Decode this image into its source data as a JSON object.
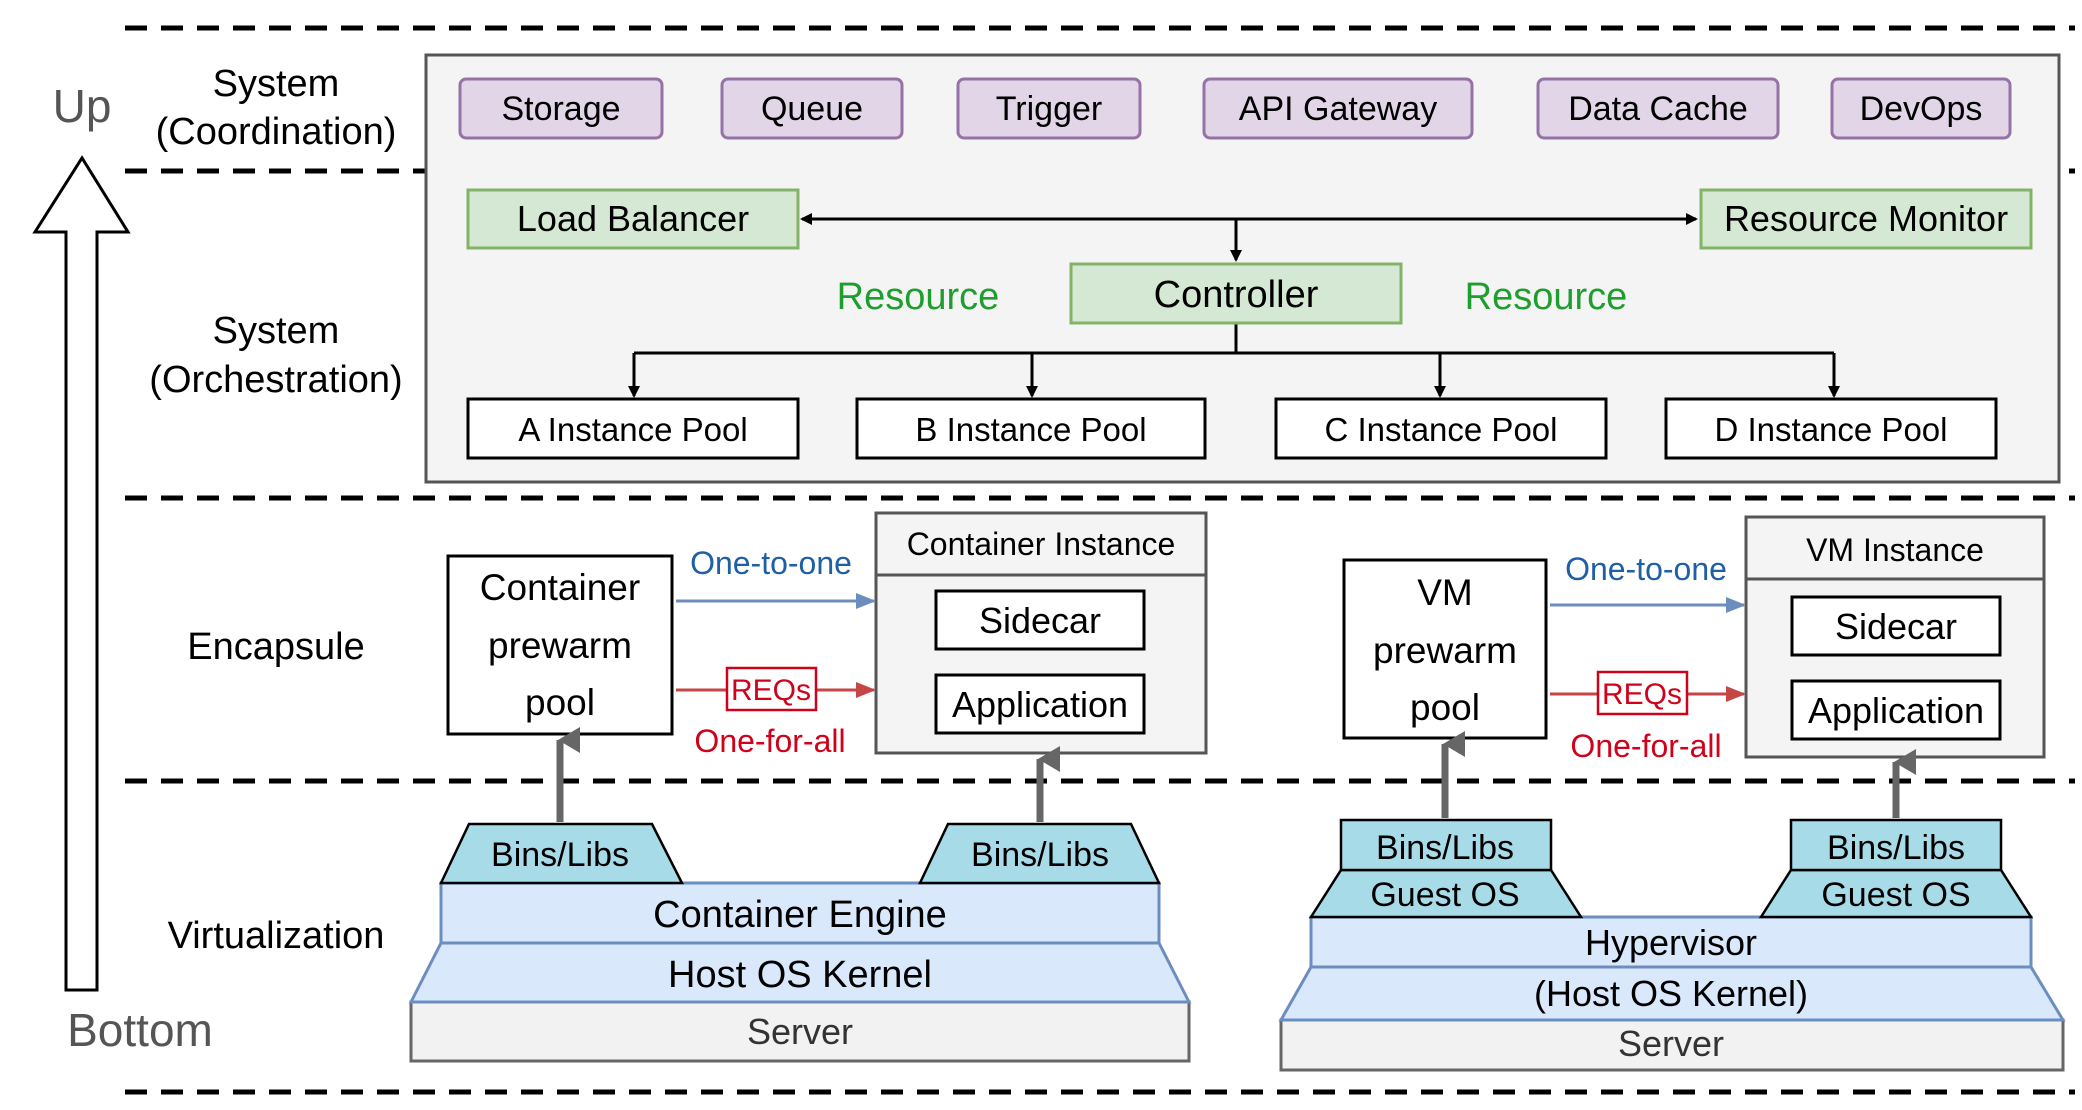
{
  "axis": {
    "top": "Up",
    "bottom": "Bottom"
  },
  "layers": {
    "coordination": [
      "System",
      "(Coordination)"
    ],
    "orchestration": [
      "System",
      "(Orchestration)"
    ],
    "encapsule": "Encapsule",
    "virtualization": "Virtualization"
  },
  "services": [
    "Storage",
    "Queue",
    "Trigger",
    "API Gateway",
    "Data Cache",
    "DevOps"
  ],
  "orchestration": {
    "load_balancer": "Load Balancer",
    "resource_monitor": "Resource Monitor",
    "controller": "Controller",
    "resource_left": "Resource",
    "resource_right": "Resource",
    "pools": [
      "A Instance Pool",
      "B Instance Pool",
      "C Instance Pool",
      "D Instance Pool"
    ]
  },
  "container_side": {
    "prewarm_pool": [
      "Container",
      "prewarm",
      "pool"
    ],
    "instance_title": "Container Instance",
    "sidecar": "Sidecar",
    "application": "Application",
    "one_to_one": "One-to-one",
    "reqs": "REQs",
    "one_for_all": "One-for-all",
    "bins_libs_left": "Bins/Libs",
    "bins_libs_right": "Bins/Libs",
    "engine": "Container Engine",
    "kernel": "Host OS Kernel",
    "server": "Server"
  },
  "vm_side": {
    "prewarm_pool": [
      "VM",
      "prewarm",
      "pool"
    ],
    "instance_title": "VM Instance",
    "sidecar": "Sidecar",
    "application": "Application",
    "one_to_one": "One-to-one",
    "reqs": "REQs",
    "one_for_all": "One-for-all",
    "bins_libs_left": "Bins/Libs",
    "guest_os_left": "Guest OS",
    "bins_libs_right": "Bins/Libs",
    "guest_os_right": "Guest OS",
    "hypervisor": "Hypervisor",
    "host_kernel": "(Host OS Kernel)",
    "server": "Server"
  },
  "colors": {
    "service_fill": "#e1d5e7",
    "service_stroke": "#9673a6",
    "green_fill": "#d5e8d4",
    "green_stroke": "#82b366",
    "resource_text": "#1e9e2f",
    "blue_text": "#1f5fa6",
    "blue_arrow": "#6c8ebf",
    "red_text": "#d0021b",
    "red_arrow": "#c64646",
    "bins_fill": "#a8dbe8",
    "engine_fill": "#dae8fc",
    "server_fill": "#f2f2f2",
    "panel_fill": "#f4f4f4",
    "layer_text": "#000000",
    "axis_text": "#555555"
  }
}
